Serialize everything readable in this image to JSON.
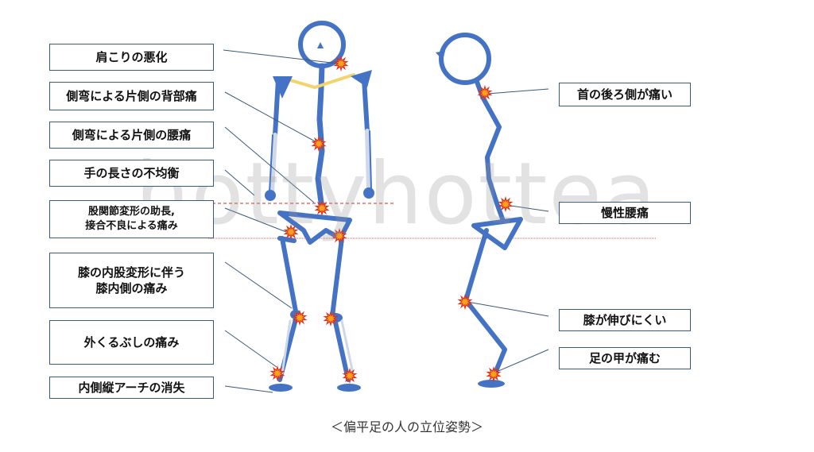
{
  "labels_left": [
    {
      "id": "shoulder-stiffness",
      "text": "肩こりの悪化"
    },
    {
      "id": "scoliosis-back-pain",
      "text": "側弯による片側の背部痛"
    },
    {
      "id": "scoliosis-lumbar-pain",
      "text": "側弯による片側の腰痛"
    },
    {
      "id": "arm-length-imbalance",
      "text": "手の長さの不均衡"
    },
    {
      "id": "hip-deformity",
      "text": "股関節変形の助長,\n接合不良による痛み"
    },
    {
      "id": "knee-medial-pain",
      "text": "膝の内股変形に伴う\n膝内側の痛み"
    },
    {
      "id": "ankle-pain",
      "text": "外くるぶしの痛み"
    },
    {
      "id": "arch-loss",
      "text": "内側縦アーチの消失"
    }
  ],
  "labels_right": [
    {
      "id": "neck-back-pain",
      "text": "首の後ろ側が痛い"
    },
    {
      "id": "chronic-back-pain",
      "text": "慢性腰痛"
    },
    {
      "id": "knee-extension",
      "text": "膝が伸びにくい"
    },
    {
      "id": "instep-pain",
      "text": "足の甲が痛む"
    }
  ],
  "watermark": "hottyhottea",
  "caption": "＜偏平足の人の立位姿勢＞",
  "colors": {
    "skeleton": "#4472c4",
    "shoulder_line": "#f3d36b",
    "pain_fill": "#f7a21b",
    "pain_stroke": "#e0301e",
    "leader_line": "#3a5a7c",
    "box_border": "#3a5a7c",
    "dashed_line": "#e05050"
  }
}
